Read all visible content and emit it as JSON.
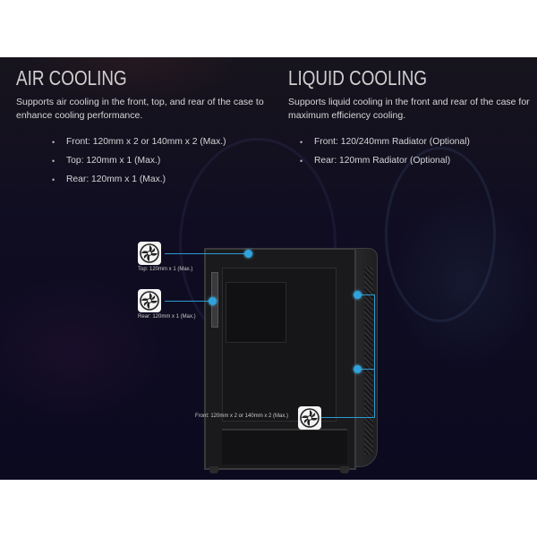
{
  "air_cooling": {
    "title": "AIR COOLING",
    "description": "Supports air cooling in the front, top, and rear of the case to enhance cooling performance.",
    "specs": [
      "Front: 120mm x 2 or 140mm x 2 (Max.)",
      "Top: 120mm x 1 (Max.)",
      "Rear: 120mm x 1 (Max.)"
    ]
  },
  "liquid_cooling": {
    "title": "LIQUID COOLING",
    "description": "Supports liquid cooling in the front and rear of the case for maximum efficiency cooling.",
    "specs": [
      "Front: 120/240mm Radiator (Optional)",
      "Rear: 120mm Radiator (Optional)"
    ]
  },
  "diagram": {
    "callouts": {
      "top": {
        "label": "Top: 120mm x 1 (Max.)",
        "icon": "fan-icon"
      },
      "rear": {
        "label": "Rear: 120mm x 1 (Max.)",
        "icon": "fan-icon"
      },
      "front": {
        "label": "Front: 120mm x 2 or 140mm x 2 (Max.)",
        "icon": "fan-icon"
      }
    },
    "accent_color": "#2ea3dd",
    "background_color": "#0f0d22"
  }
}
